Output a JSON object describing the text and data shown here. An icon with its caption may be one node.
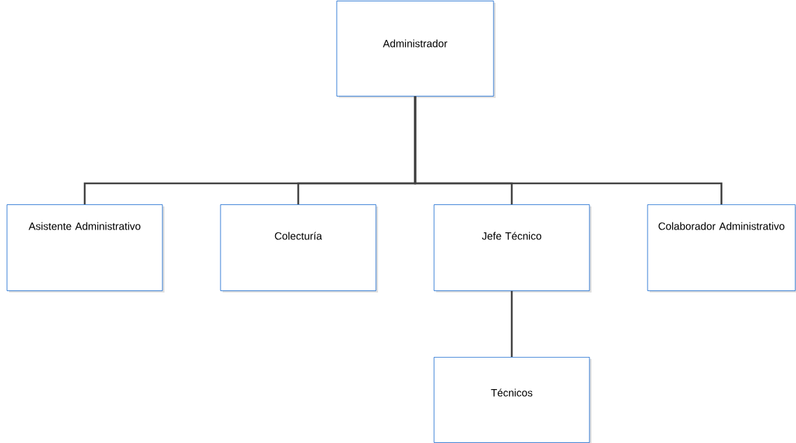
{
  "diagram": {
    "nodes": [
      {
        "text": [
          "Administrador"
        ]
      },
      {
        "text": [
          "Asistente Administrativo"
        ]
      },
      {
        "text": [
          "Colecturía"
        ]
      },
      {
        "text": [
          "Jefe Técnico"
        ]
      },
      {
        "text": [
          "Colaborador Administrativo"
        ]
      },
      {
        "text": [
          "Técnicos"
        ]
      }
    ],
    "edges": [
      {
        "from": 0,
        "to": 1,
        "arrow": "none"
      },
      {
        "from": 0,
        "to": 2,
        "arrow": "none"
      },
      {
        "from": 0,
        "to": 3,
        "arrow": "none"
      },
      {
        "from": 0,
        "to": 4,
        "arrow": "none"
      },
      {
        "from": 3,
        "to": 5,
        "arrow": "none"
      }
    ]
  }
}
